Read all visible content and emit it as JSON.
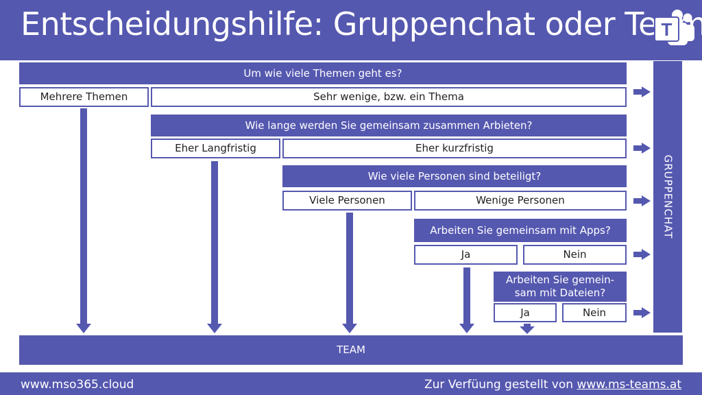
{
  "header": {
    "title": "Entscheidungshilfe: Gruppenchat oder Team?",
    "logo_icon": "microsoft-teams-logo-icon",
    "logo_letter": "T"
  },
  "flow": {
    "q1": {
      "question": "Um wie viele Themen geht es?",
      "option_a": "Mehrere Themen",
      "option_b": "Sehr wenige, bzw. ein Thema"
    },
    "q2": {
      "question": "Wie lange werden Sie gemeinsam zusammen Arbieten?",
      "option_a": "Eher Langfristig",
      "option_b": "Eher kurzfristig"
    },
    "q3": {
      "question": "Wie viele Personen sind beteiligt?",
      "option_a": "Viele Personen",
      "option_b": "Wenige Personen"
    },
    "q4": {
      "question": "Arbeiten Sie gemeinsam mit Apps?",
      "option_a": "Ja",
      "option_b": "Nein"
    },
    "q5": {
      "question_line1": "Arbeiten Sie gemein-",
      "question_line2": "sam mit Dateien?",
      "option_a": "Ja",
      "option_b": "Nein"
    }
  },
  "outcomes": {
    "team": "TEAM",
    "gruppenchat": "GRUPPENCHAT"
  },
  "footer": {
    "left": "www.mso365.cloud",
    "right_prefix": "Zur Verfüung gestellt von ",
    "right_link": "www.ms-teams.at"
  },
  "colors": {
    "accent": "#5558af",
    "background": "#ffffff",
    "text": "#1f1f1f"
  }
}
